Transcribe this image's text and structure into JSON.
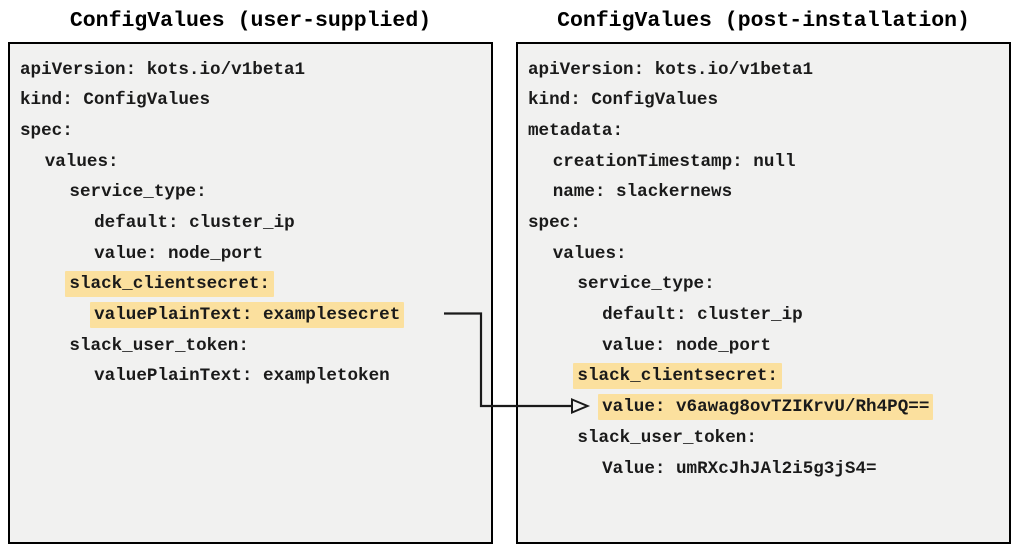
{
  "colors": {
    "highlight": "#fbe09e",
    "panel_background": "#f1f1f0",
    "border": "#000000",
    "text": "#1a1a1a",
    "arrow": "#1a1a1a"
  },
  "panels": [
    {
      "id": "user-supplied",
      "title": "ConfigValues (user-supplied)",
      "lines": [
        {
          "text": "apiVersion: kots.io/v1beta1",
          "indent": 0,
          "highlight": false
        },
        {
          "text": "kind: ConfigValues",
          "indent": 0,
          "highlight": false
        },
        {
          "text": "spec:",
          "indent": 0,
          "highlight": false
        },
        {
          "text": "values:",
          "indent": 1,
          "highlight": false
        },
        {
          "text": "service_type:",
          "indent": 2,
          "highlight": false
        },
        {
          "text": "default: cluster_ip",
          "indent": 3,
          "highlight": false
        },
        {
          "text": "value: node_port",
          "indent": 3,
          "highlight": false
        },
        {
          "text": "slack_clientsecret:",
          "indent": 2,
          "highlight": true
        },
        {
          "text": "valuePlainText: examplesecret",
          "indent": 3,
          "highlight": true
        },
        {
          "text": "slack_user_token:",
          "indent": 2,
          "highlight": false
        },
        {
          "text": "valuePlainText: exampletoken",
          "indent": 3,
          "highlight": false
        }
      ]
    },
    {
      "id": "post-installation",
      "title": "ConfigValues (post-installation)",
      "lines": [
        {
          "text": "apiVersion: kots.io/v1beta1",
          "indent": 0,
          "highlight": false
        },
        {
          "text": "kind: ConfigValues",
          "indent": 0,
          "highlight": false
        },
        {
          "text": "metadata:",
          "indent": 0,
          "highlight": false
        },
        {
          "text": "creationTimestamp: null",
          "indent": 1,
          "highlight": false
        },
        {
          "text": "name: slackernews",
          "indent": 1,
          "highlight": false
        },
        {
          "text": "spec:",
          "indent": 0,
          "highlight": false
        },
        {
          "text": "values:",
          "indent": 1,
          "highlight": false
        },
        {
          "text": "service_type:",
          "indent": 2,
          "highlight": false
        },
        {
          "text": "default: cluster_ip",
          "indent": 3,
          "highlight": false
        },
        {
          "text": "value: node_port",
          "indent": 3,
          "highlight": false
        },
        {
          "text": "slack_clientsecret:",
          "indent": 2,
          "highlight": true
        },
        {
          "text": "value: v6awag8ovTZIKrvU/Rh4PQ==",
          "indent": 3,
          "highlight": true
        },
        {
          "text": "slack_user_token:",
          "indent": 2,
          "highlight": false
        },
        {
          "text": "Value: umRXcJhJAl2i5g3jS4=",
          "indent": 3,
          "highlight": false
        }
      ]
    }
  ],
  "arrow": {
    "color": "#1a1a1a",
    "from": "valuePlainText: examplesecret",
    "to": "value: v6awag8ovTZIKrvU/Rh4PQ=="
  }
}
